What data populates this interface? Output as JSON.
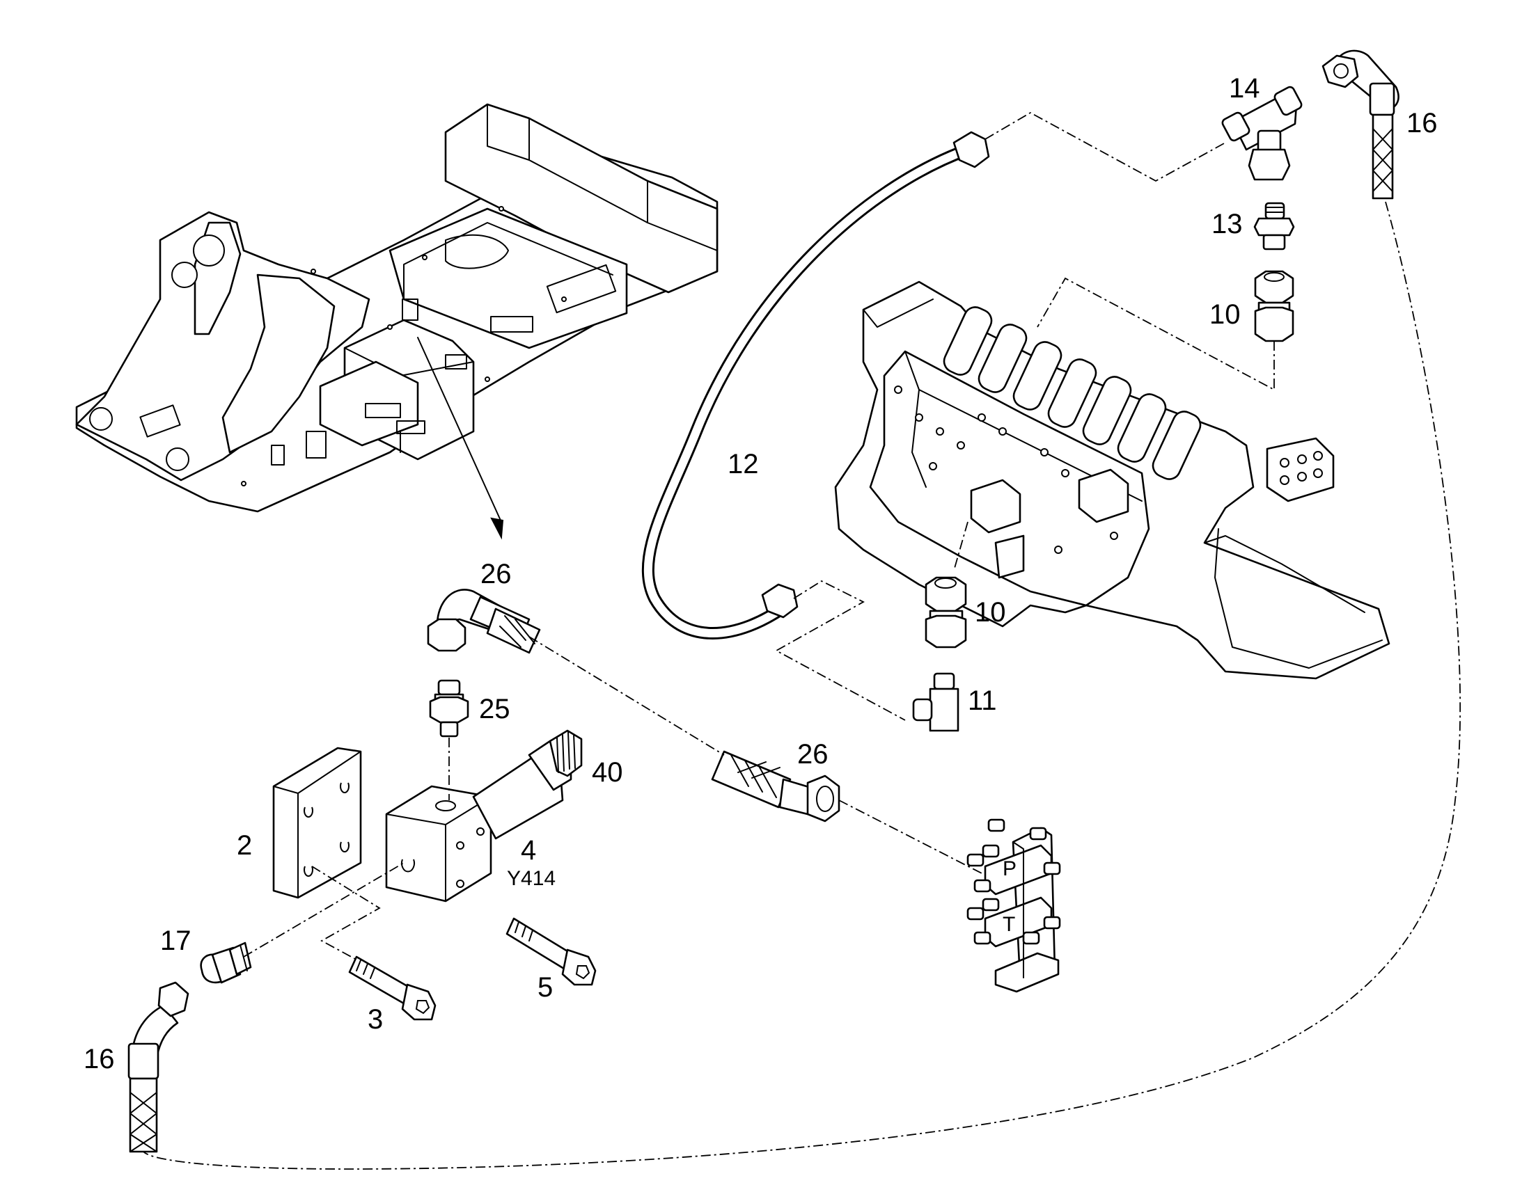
{
  "labels": {
    "p14": "14",
    "p16a": "16",
    "p13": "13",
    "p10a": "10",
    "p12": "12",
    "p26a": "26",
    "p10b": "10",
    "p25": "25",
    "p11": "11",
    "p26b": "26",
    "p40": "40",
    "p2": "2",
    "p4": "4",
    "p4code": "Y414",
    "p17": "17",
    "p5": "5",
    "p3": "3",
    "p16b": "16",
    "portP": "P",
    "portT": "T"
  }
}
